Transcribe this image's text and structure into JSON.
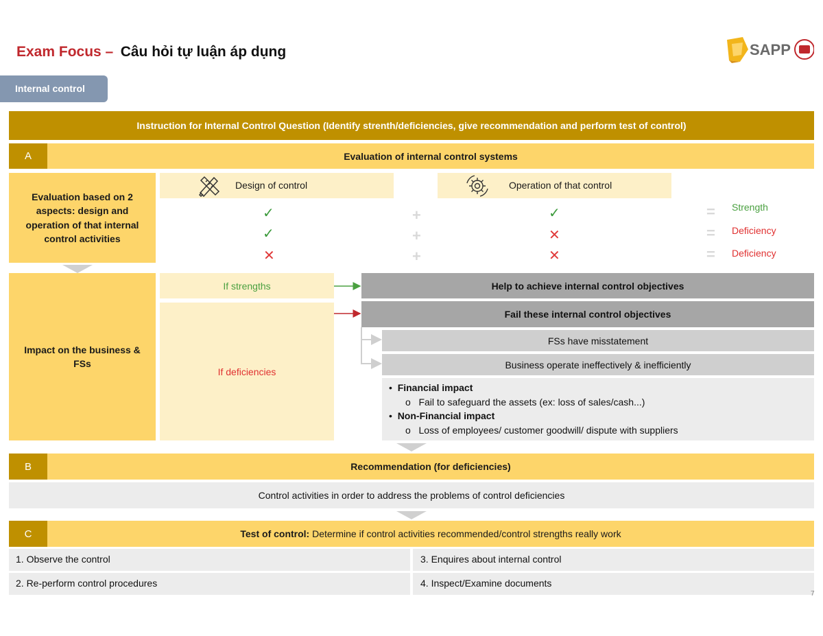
{
  "header": {
    "title_red": "Exam Focus –",
    "title_black": "Câu hỏi tự luận áp dụng",
    "tab_label": "Internal control",
    "logo_text": "SAPP",
    "page_number": "7"
  },
  "instruction_bar": "Instruction for Internal Control Question (Identify strenth/deficiencies, give recommendation and perform test of control)",
  "section_a": {
    "letter": "A",
    "title": "Evaluation of internal control systems",
    "left_box": {
      "bold": "Evaluation based on 2 aspects",
      "rest": ": design and operation of that internal control activities"
    },
    "design_label": "Design of control",
    "operation_label": "Operation of that control",
    "rows": [
      {
        "design": "✓",
        "plus": "+",
        "operation": "✓",
        "eq": "=",
        "result": "Strength",
        "result_color": "#4aa040"
      },
      {
        "design": "✓",
        "plus": "+",
        "operation": "✕",
        "eq": "=",
        "result": "Deficiency",
        "result_color": "#e03030"
      },
      {
        "design": "✕",
        "plus": "+",
        "operation": "✕",
        "eq": "=",
        "result": "Deficiency",
        "result_color": "#e03030"
      }
    ],
    "impact_label": "Impact on the business & FSs",
    "if_strengths": "If strengths",
    "if_deficiencies": "If deficiencies",
    "help_achieve": "Help to achieve internal control objectives",
    "fail_objectives": "Fail these internal control objectives",
    "fs_misstatement": "FSs have misstatement",
    "business_ineffective": "Business operate ineffectively & inefficiently",
    "impacts": {
      "financial": "Financial impact",
      "financial_detail": "Fail to safeguard the assets (ex: loss of sales/cash...)",
      "non_financial": "Non-Financial impact",
      "non_financial_detail": "Loss of employees/ customer goodwill/ dispute with suppliers"
    }
  },
  "section_b": {
    "letter": "B",
    "title": "Recommendation (for deficiencies)",
    "content": "Control activities in order to address the problems of control deficiencies"
  },
  "section_c": {
    "letter": "C",
    "title_bold": "Test of control:",
    "title_rest": " Determine if control activities recommended/control strengths really work",
    "items": [
      "1. Observe the control",
      "3. Enquires about internal control",
      "2. Re-perform control procedures",
      "4. Inspect/Examine documents"
    ]
  }
}
